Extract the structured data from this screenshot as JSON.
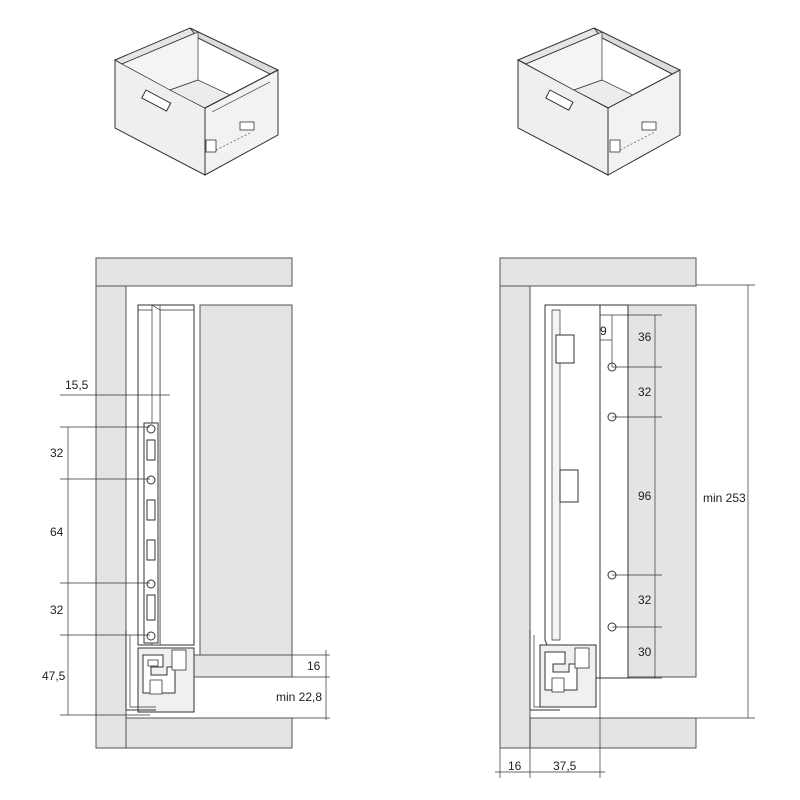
{
  "left_section": {
    "dim_15_5": "15,5",
    "dim_32_top": "32",
    "dim_64": "64",
    "dim_32_bottom": "32",
    "dim_47_5": "47,5",
    "dim_16": "16",
    "dim_min_22_8": "min 22,8"
  },
  "right_section": {
    "dim_9": "9",
    "dim_36": "36",
    "dim_32_top": "32",
    "dim_96": "96",
    "dim_32_bottom": "32",
    "dim_30": "30",
    "dim_min_253": "min 253",
    "dim_16": "16",
    "dim_37_5": "37,5"
  }
}
